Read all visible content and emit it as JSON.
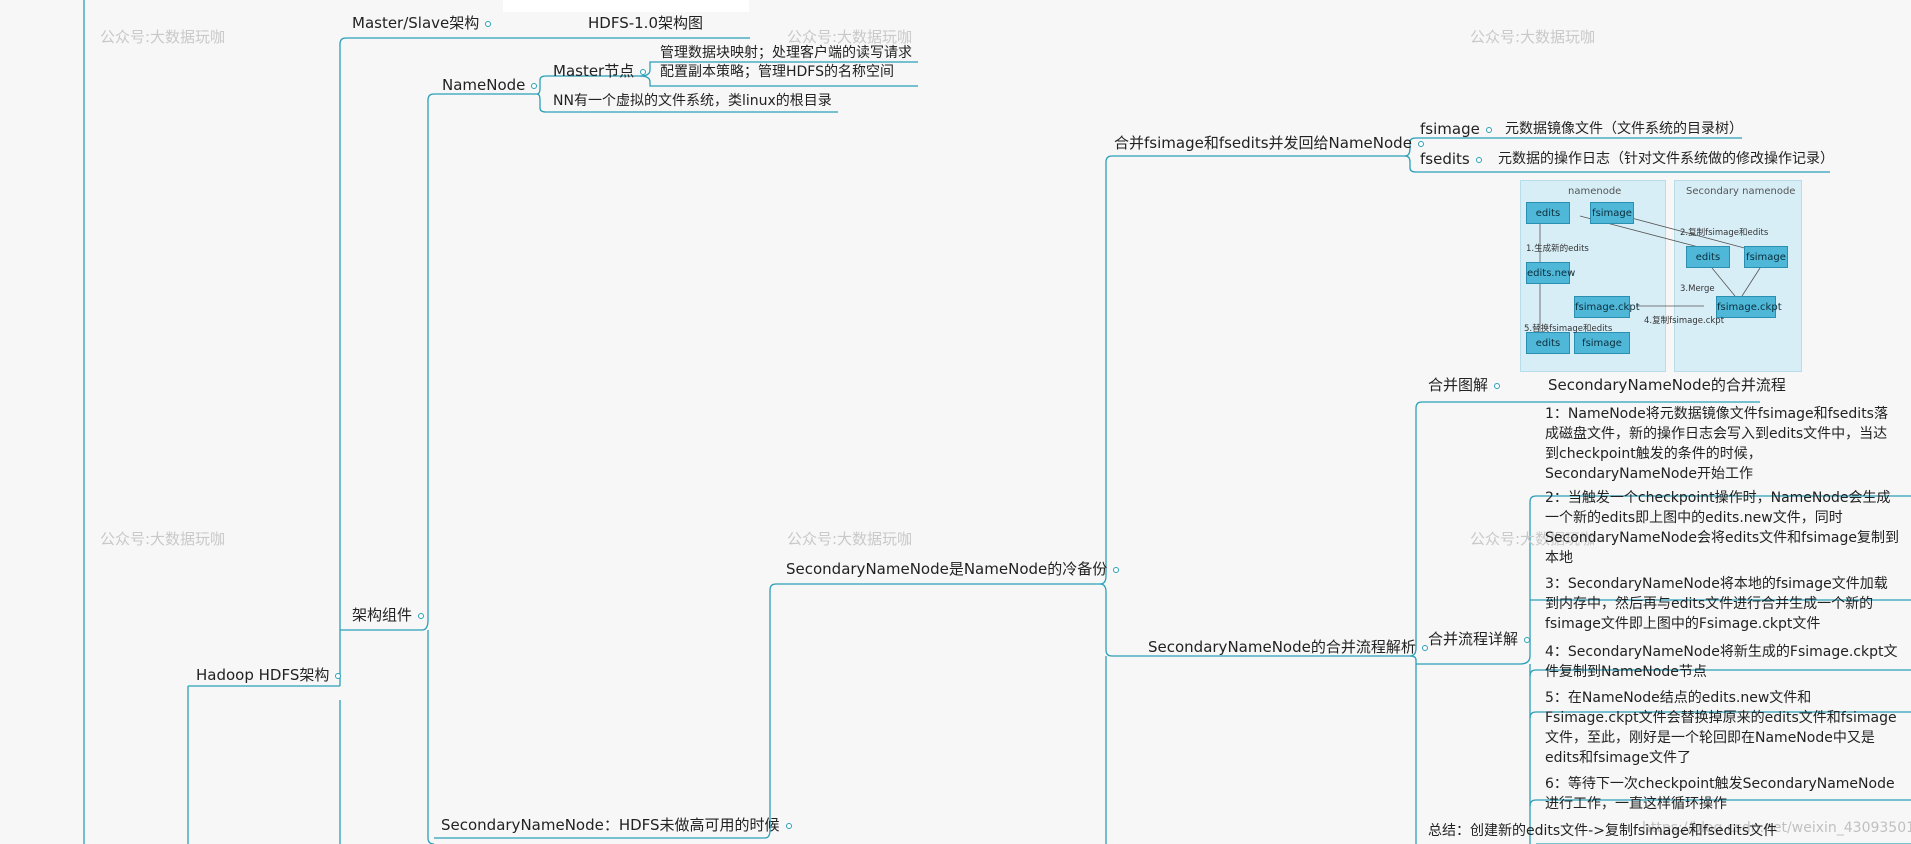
{
  "watermark": "公众号:大数据玩咖",
  "footer_watermark": "https://blog.csdn.net/weixin_43093501",
  "root": "Hadoop HDFS架构",
  "branch_master_slave": "Master/Slave架构",
  "hdfs_diagram_title": "HDFS-1.0架构图",
  "branch_components": "架构组件",
  "namenode": "NameNode",
  "master_node": "Master节点",
  "master_desc_1": "管理数据块映射；处理客户端的读写请求",
  "master_desc_2": "配置副本策略；管理HDFS的名称空间",
  "nn_fs_desc": "NN有一个虚拟的文件系统，类linux的根目录",
  "snn_title": "SecondaryNameNode：HDFS未做高可用的时候",
  "snn_cold_backup": "SecondaryNameNode是NameNode的冷备份",
  "merge_send": "合并fsimage和fsedits并发回给NameNode",
  "fsimage_label": "fsimage",
  "fsimage_desc": "元数据镜像文件（文件系统的目录树）",
  "fsedits_label": "fsedits",
  "fsedits_desc": "元数据的操作日志（针对文件系统做的修改操作记录）",
  "merge_analysis": "SecondaryNameNode的合并流程解析",
  "merge_diagram": "合并图解",
  "merge_flow_title": "SecondaryNameNode的合并流程",
  "merge_detail": "合并流程详解",
  "steps": [
    "1：NameNode将元数据镜像文件fsimage和fsedits落成磁盘文件，新的操作日志会写入到edits文件中，当达到checkpoint触发的条件的时候，SecondaryNameNode开始工作",
    "2：当触发一个checkpoint操作时，NameNode会生成一个新的edits即上图中的edits.new文件，同时SecondaryNameNode会将edits文件和fsimage复制到本地",
    "3：SecondaryNameNode将本地的fsimage文件加载到内存中，然后再与edits文件进行合并生成一个新的fsimage文件即上图中的Fsimage.ckpt文件",
    "4：SecondaryNameNode将新生成的Fsimage.ckpt文件复制到NameNode节点",
    "5：在NameNode结点的edits.new文件和Fsimage.ckpt文件会替换掉原来的edits文件和fsimage文件，至此，刚好是一个轮回即在NameNode中又是edits和fsimage文件了",
    "6：等待下一次checkpoint触发SecondaryNameNode进行工作，一直这样循环操作"
  ],
  "summary": "总结：创建新的edits文件->复制fsimage和fsedits文件",
  "diagram": {
    "nn_title": "namenode",
    "snn_title": "Secondary namenode",
    "edits": "edits",
    "fsimage": "fsimage",
    "edits_new": "edits.new",
    "fsimage_ckpt": "fsimage.ckpt",
    "edits2": "edits",
    "fsimage2": "fsimage",
    "snn_edits": "edits",
    "snn_fsimage": "fsimage",
    "snn_ckpt": "fsimage.ckpt",
    "step1": "1.生成新的edits",
    "step2": "2.复制fsimage和edits",
    "step3": "3.Merge",
    "step4": "4.复制fsimage.ckpt",
    "step5": "5.替换fsimage和edits"
  }
}
